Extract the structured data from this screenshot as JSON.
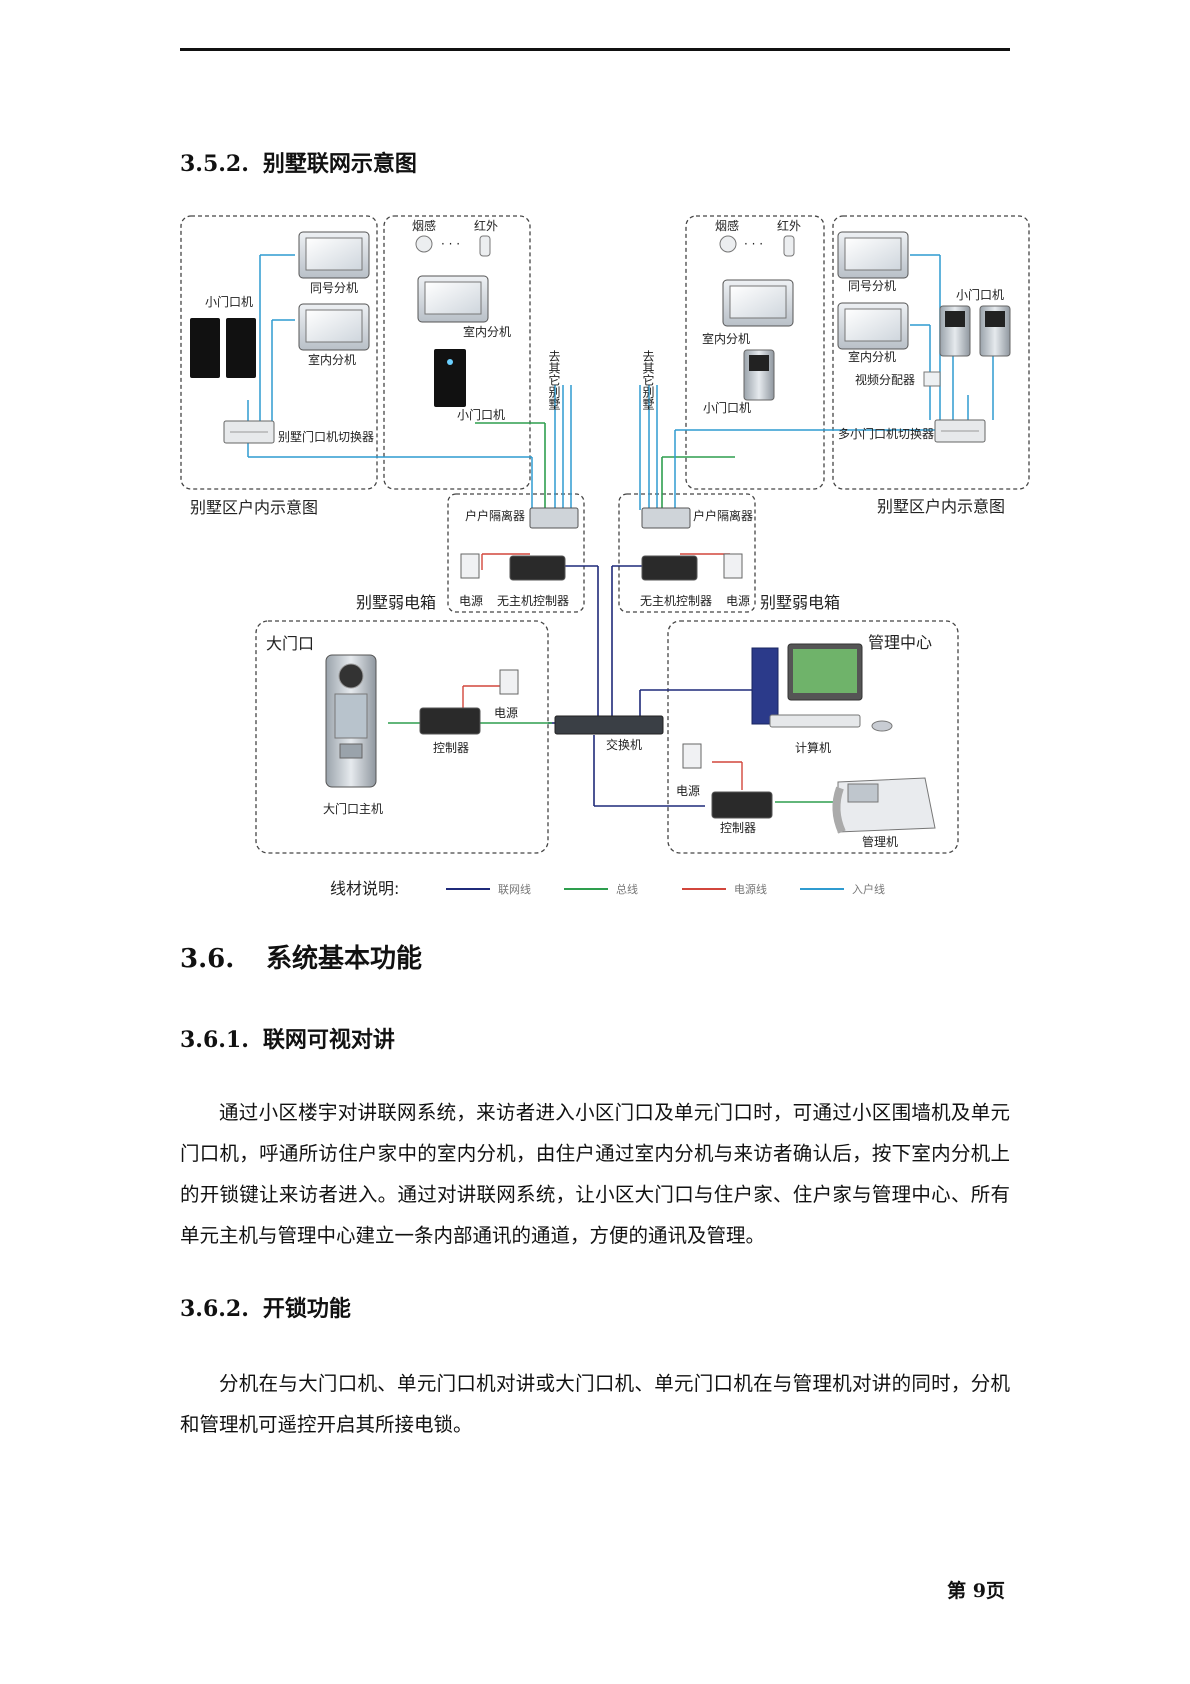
{
  "heading_352": {
    "num": "3.5.2.",
    "title": "别墅联网示意图"
  },
  "diagram": {
    "left_indoor": {
      "caption": "别墅区户内示意图",
      "same_extension": "同号分机",
      "indoor_extension": "室内分机",
      "small_door": "小门口机",
      "switcher": "别墅门口机切换器"
    },
    "left_unit": {
      "smoke": "烟感",
      "infrared": "红外",
      "indoor_extension": "室内分机",
      "small_door": "小门口机",
      "to_other": "去其它别墅"
    },
    "right_unit": {
      "smoke": "烟感",
      "infrared": "红外",
      "indoor_extension": "室内分机",
      "small_door": "小门口机",
      "to_other": "去其它别墅"
    },
    "right_indoor": {
      "caption": "别墅区户内示意图",
      "same_extension": "同号分机",
      "indoor_extension": "室内分机",
      "video_splitter": "视频分配器",
      "small_door": "小门口机",
      "switcher": "多小门口机切换器"
    },
    "left_box": {
      "caption": "别墅弱电箱",
      "isolator": "户户隔离器",
      "power": "电源",
      "controller": "无主机控制器"
    },
    "right_box": {
      "caption": "别墅弱电箱",
      "isolator": "户户隔离器",
      "power": "电源",
      "controller": "无主机控制器"
    },
    "main_gate": {
      "caption": "大门口",
      "host": "大门口主机",
      "controller": "控制器",
      "power": "电源"
    },
    "switch": "交换机",
    "center": {
      "caption": "管理中心",
      "computer": "计算机",
      "power": "电源",
      "controller": "控制器",
      "manager": "管理机"
    },
    "legend": {
      "title": "线材说明:",
      "items": [
        {
          "label": "联网线",
          "color": "#1f2a7a"
        },
        {
          "label": "总线",
          "color": "#2e9e4e"
        },
        {
          "label": "电源线",
          "color": "#d2463c"
        },
        {
          "label": "入户线",
          "color": "#2f9bd0"
        }
      ]
    }
  },
  "heading_36": {
    "num": "3.6.",
    "title": "系统基本功能"
  },
  "heading_361": {
    "num": "3.6.1.",
    "title": "联网可视对讲"
  },
  "para_361": "通过小区楼宇对讲联网系统，来访者进入小区门口及单元门口时，可通过小区围墙机及单元门口机，呼通所访住户家中的室内分机，由住户通过室内分机与来访者确认后，按下室内分机上的开锁键让来访者进入。通过对讲联网系统，让小区大门口与住户家、住户家与管理中心、所有单元主机与管理中心建立一条内部通讯的通道，方便的通讯及管理。",
  "heading_362": {
    "num": "3.6.2.",
    "title": "开锁功能"
  },
  "para_362": "分机在与大门口机、单元门口机对讲或大门口机、单元门口机在与管理机对讲的同时，分机和管理机可遥控开启其所接电锁。",
  "footer": "第 9页"
}
